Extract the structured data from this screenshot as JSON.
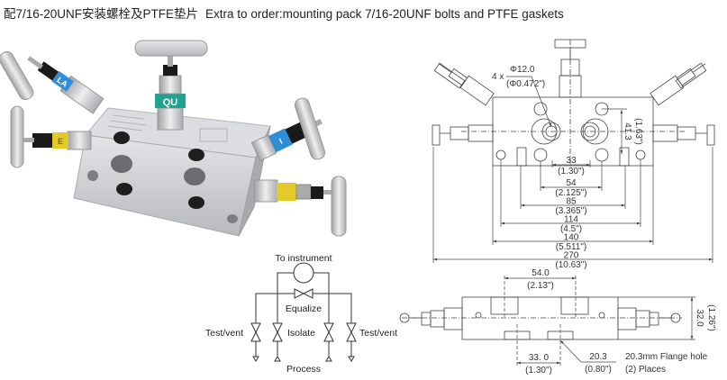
{
  "title": {
    "chinese": "配7/16-20UNF安装螺栓及PTFE垫片",
    "english": "Extra to order:mounting pack 7/16-20UNF bolts and PTFE gaskets"
  },
  "photo": {
    "collar_labels": [
      "LA",
      "QU",
      "E",
      "I"
    ],
    "colors": {
      "metal": "#c9cacc",
      "blue": "#2f8fd6",
      "teal": "#1fa38f",
      "yellow": "#e3c92a",
      "black": "#1a1a1a"
    }
  },
  "schematic": {
    "to_instrument": "To instrument",
    "equalize": "Equalize",
    "test_vent_left": "Test/vent",
    "isolate": "Isolate",
    "test_vent_right": "Test/vent",
    "process": "Process"
  },
  "front_view": {
    "hole_callout_count": "4 x",
    "hole_dia_mm": "Φ12.0",
    "hole_dia_in": "(Φ0.472\")",
    "vertical_mm": "41.3",
    "vertical_in": "(1.63\")",
    "dims": [
      {
        "mm": "33",
        "in": "(1.30\")"
      },
      {
        "mm": "54",
        "in": "(2.125\")"
      },
      {
        "mm": "85",
        "in": "(3.365\")"
      },
      {
        "mm": "114",
        "in": "(4.5\")"
      },
      {
        "mm": "140",
        "in": "(5.511\")"
      },
      {
        "mm": "270",
        "in": "(10.63\")"
      }
    ]
  },
  "bottom_view": {
    "top_dim_mm": "54.0",
    "top_dim_in": "(2.13\")",
    "height_mm": "32.0",
    "height_in": "(1.26\")",
    "bottom_dim_mm": "33. 0",
    "bottom_dim_in": "(1.30\")",
    "flange_mm": "20.3",
    "flange_in": "(0.80\")",
    "flange_note_1": "20.3mm Flange hole",
    "flange_note_2": "(2) Places"
  }
}
